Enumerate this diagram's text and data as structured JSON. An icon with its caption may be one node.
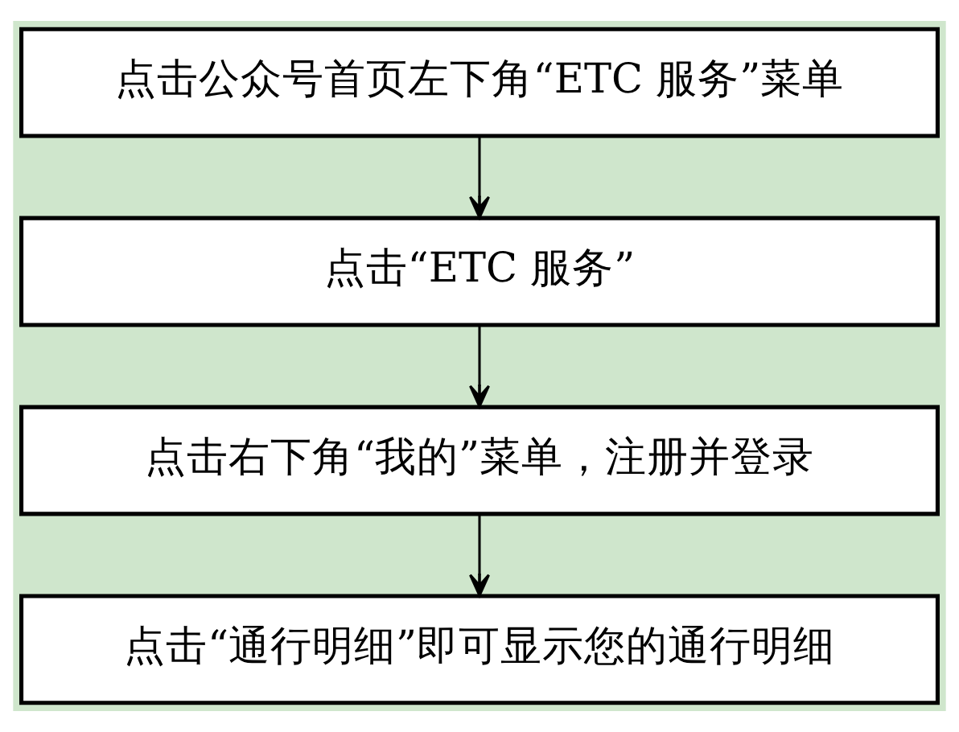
{
  "diagram": {
    "nodes": [
      {
        "text": [
          "点击公众号首页左下角“ETC 服务”菜单"
        ]
      },
      {
        "text": [
          "点击“ETC 服务”"
        ]
      },
      {
        "text": [
          "点击右下角“我的”菜单，注册并登录"
        ]
      },
      {
        "text": [
          "点击“通行明细”即可显示您的通行明细"
        ]
      }
    ],
    "edges": [
      {
        "from": 0,
        "to": 1,
        "arrow": "to"
      },
      {
        "from": 1,
        "to": 2,
        "arrow": "to"
      },
      {
        "from": 2,
        "to": 3,
        "arrow": "to"
      }
    ]
  }
}
